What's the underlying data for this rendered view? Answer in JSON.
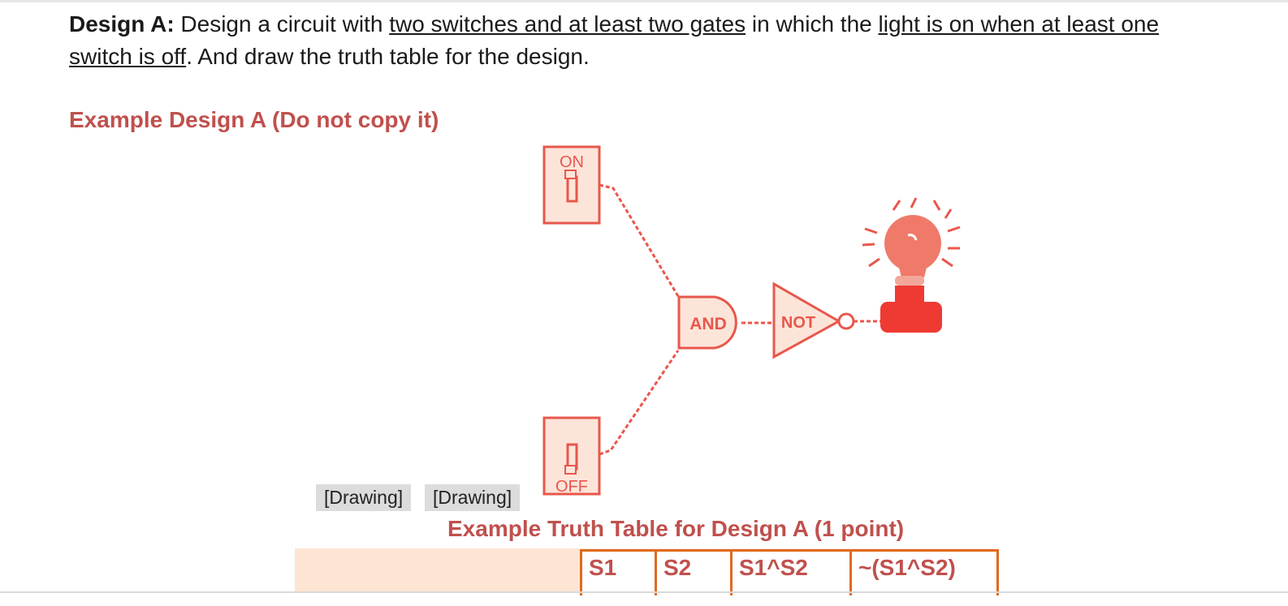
{
  "prompt": {
    "lead": "Design A:",
    "t1": " Design a circuit with ",
    "u1": "two switches and at least two gates",
    "t2": " in which the ",
    "u2": "light is on when at least one switch is off",
    "t3": ". And draw the truth table for the design."
  },
  "example_title": "Example Design A (Do not copy it)",
  "drawing_tags": [
    "[Drawing]",
    "[Drawing]"
  ],
  "figure": {
    "switch_on_label": "ON",
    "switch_off_label": "OFF",
    "and_gate_label": "AND",
    "not_gate_label": "NOT"
  },
  "table_title": "Example Truth Table for Design A (1 point)",
  "truth_table": {
    "headers": [
      "S1",
      "S2",
      "S1^S2",
      "~(S1^S2)"
    ]
  },
  "colors": {
    "accent_red": "#c0504d",
    "table_border": "#e06a1f",
    "figure_line": "#e8574c",
    "figure_fill": "#fde4d9",
    "bulb_base": "#ee3a33"
  }
}
